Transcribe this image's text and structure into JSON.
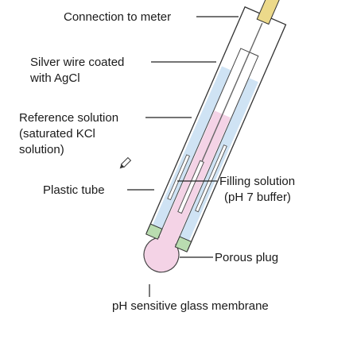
{
  "labels": {
    "connection": "Connection to meter",
    "silver_line1": "Silver wire coated",
    "silver_line2": "with AgCl",
    "reference_line1": "Reference solution",
    "reference_line2": "(saturated KCl",
    "reference_line3": "solution)",
    "plastic_tube": "Plastic tube",
    "filling_line1": "Filling solution",
    "filling_line2": "(pH 7 buffer)",
    "porous_plug": "Porous plug",
    "membrane": "pH sensitive glass membrane"
  },
  "colors": {
    "reference_solution": "#cfe3f4",
    "filling_solution": "#f4d3e6",
    "porous_plug": "#b9dcb0",
    "connector": "#ecd98a",
    "outline": "#333333"
  },
  "icons": [
    "pencil-cursor-icon"
  ]
}
